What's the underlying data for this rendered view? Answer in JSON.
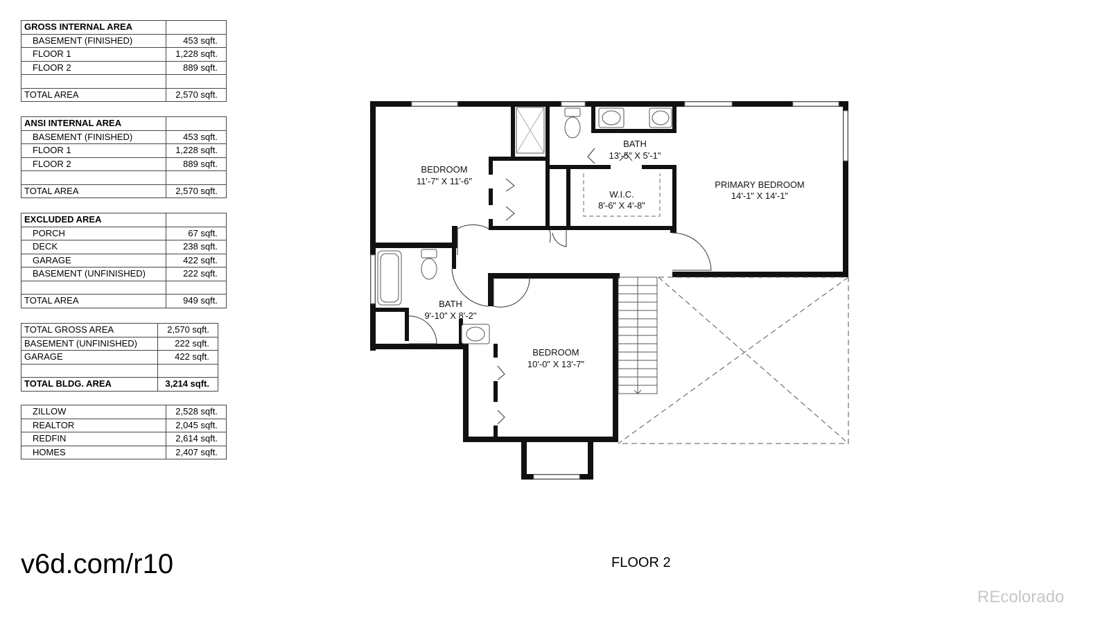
{
  "tables": {
    "gross": {
      "title": "GROSS INTERNAL AREA",
      "rows": [
        {
          "label": "BASEMENT (FINISHED)",
          "value": "453 sqft."
        },
        {
          "label": "FLOOR 1",
          "value": "1,228 sqft."
        },
        {
          "label": "FLOOR 2",
          "value": "889 sqft."
        }
      ],
      "total_label": "TOTAL AREA",
      "total_value": "2,570 sqft."
    },
    "ansi": {
      "title": "ANSI INTERNAL AREA",
      "rows": [
        {
          "label": "BASEMENT (FINISHED)",
          "value": "453 sqft."
        },
        {
          "label": "FLOOR 1",
          "value": "1,228 sqft."
        },
        {
          "label": "FLOOR 2",
          "value": "889 sqft."
        }
      ],
      "total_label": "TOTAL AREA",
      "total_value": "2,570 sqft."
    },
    "excluded": {
      "title": "EXCLUDED AREA",
      "rows": [
        {
          "label": "PORCH",
          "value": "67 sqft."
        },
        {
          "label": "DECK",
          "value": "238 sqft."
        },
        {
          "label": "GARAGE",
          "value": "422 sqft."
        },
        {
          "label": "BASEMENT (UNFINISHED)",
          "value": "222 sqft."
        }
      ],
      "total_label": "TOTAL AREA",
      "total_value": "949 sqft."
    },
    "building": {
      "rows": [
        {
          "label": "TOTAL GROSS AREA",
          "value": "2,570 sqft."
        },
        {
          "label": "BASEMENT (UNFINISHED)",
          "value": "222 sqft."
        },
        {
          "label": "GARAGE",
          "value": "422 sqft."
        }
      ],
      "total_label": "TOTAL BLDG. AREA",
      "total_value": "3,214 sqft."
    },
    "sites": {
      "rows": [
        {
          "label": "ZILLOW",
          "value": "2,528 sqft."
        },
        {
          "label": "REALTOR",
          "value": "2,045 sqft."
        },
        {
          "label": "REDFIN",
          "value": "2,614 sqft."
        },
        {
          "label": "HOMES",
          "value": "2,407 sqft."
        }
      ]
    }
  },
  "rooms": {
    "bedroom_nw": {
      "name": "BEDROOM",
      "dims": "11'-7\" X 11'-6\""
    },
    "bath_upper": {
      "name": "BATH",
      "dims": "13'-5\" X 5'-1\""
    },
    "wic": {
      "name": "W.I.C.",
      "dims": "8'-6\" X 4'-8\""
    },
    "primary_bedroom": {
      "name": "PRIMARY BEDROOM",
      "dims": "14'-1\" X 14'-1\""
    },
    "bath_lower": {
      "name": "BATH",
      "dims": "9'-10\" X 8'-2\""
    },
    "bedroom_s": {
      "name": "BEDROOM",
      "dims": "10'-0\" X 13'-7\""
    }
  },
  "footer": {
    "short_url": "v6d.com/r10",
    "floor_title": "FLOOR 2",
    "watermark": "REcolorado"
  }
}
